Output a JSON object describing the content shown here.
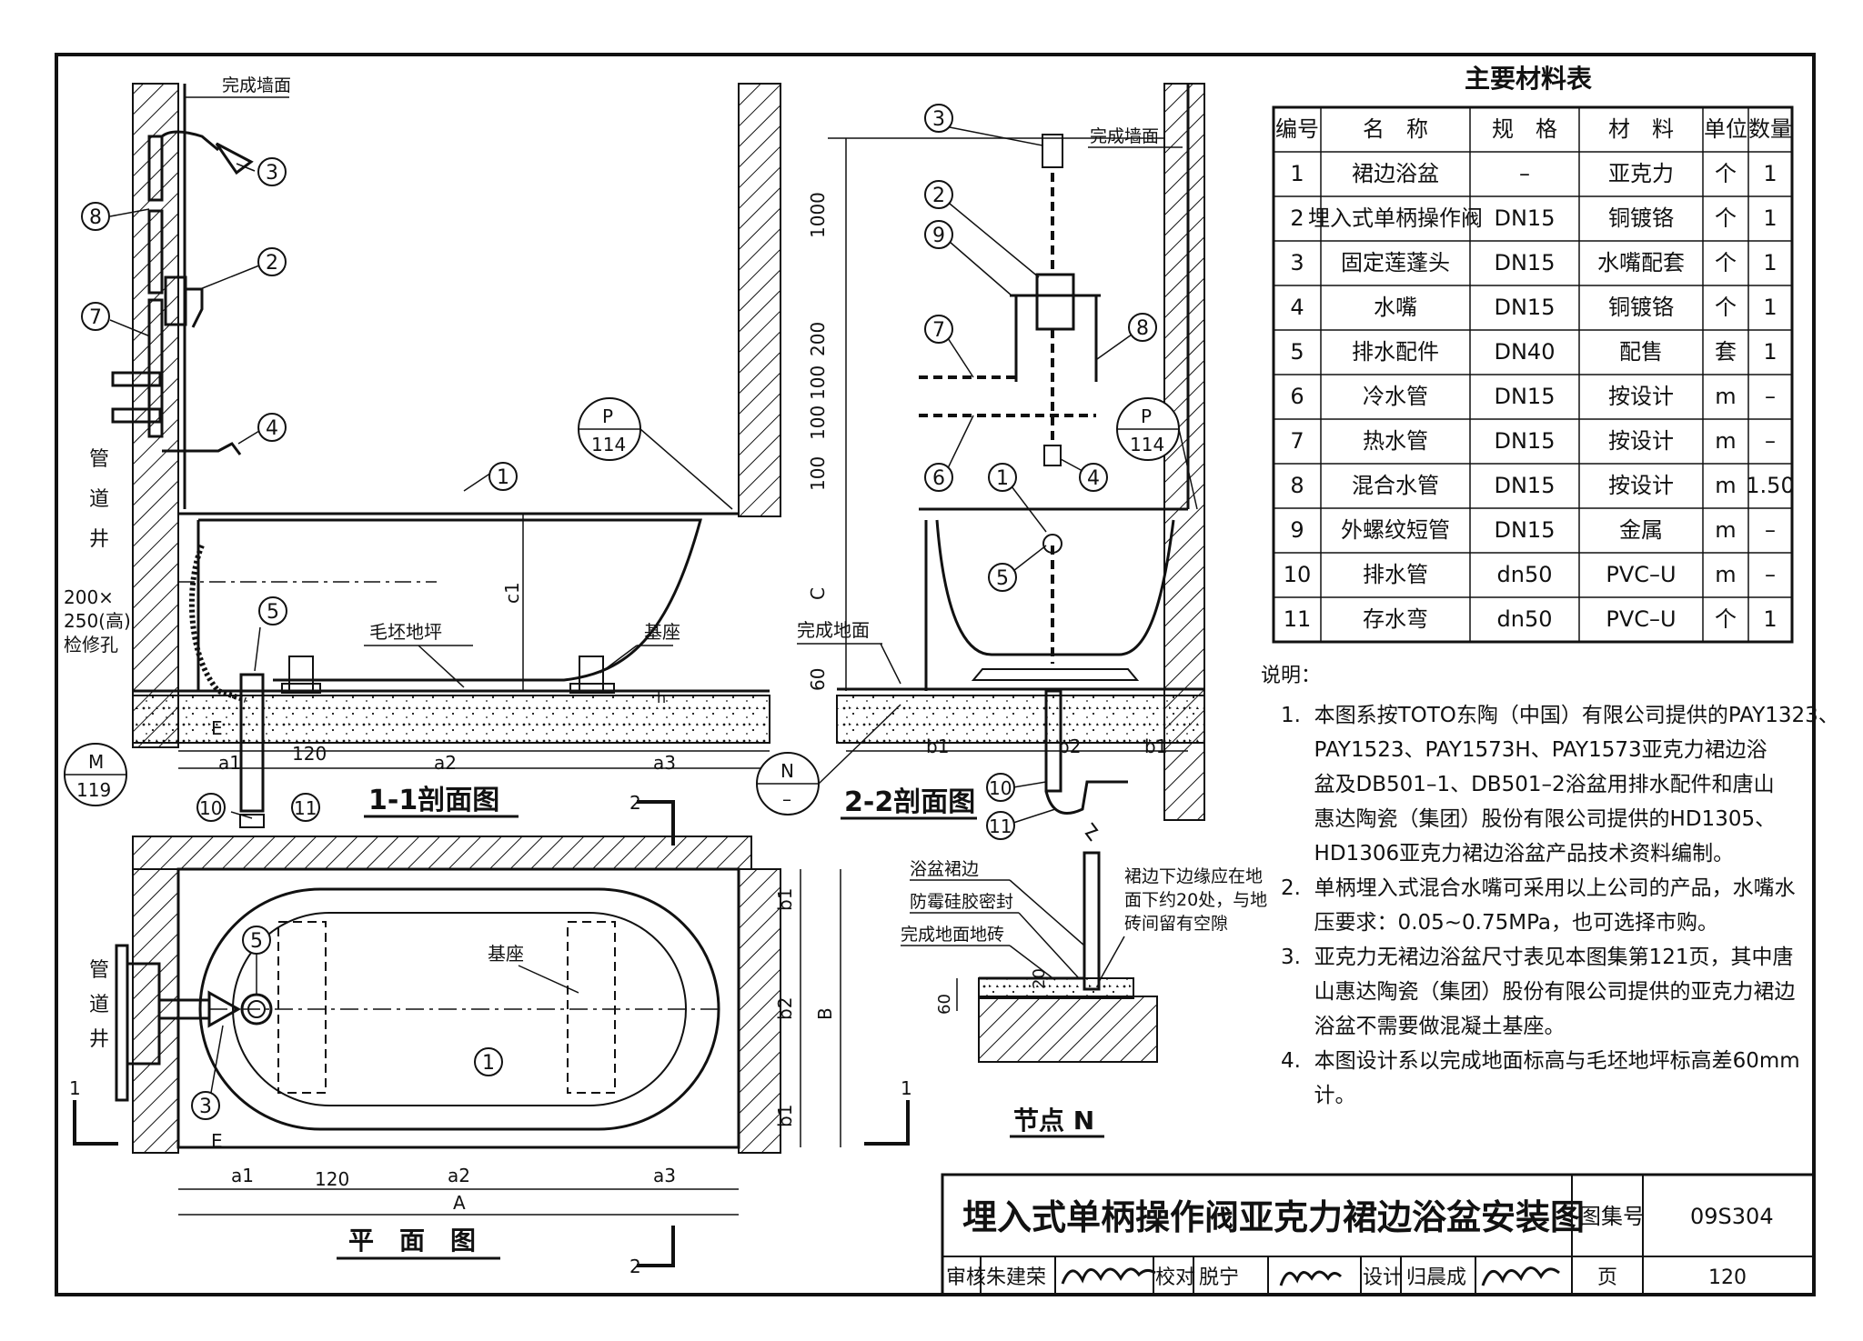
{
  "labels": {
    "finished_wall": "完成墙面",
    "shaft": [
      "管",
      "道",
      "井"
    ],
    "access_hole": [
      "200×",
      "250(高)",
      "检修孔"
    ],
    "rough_floor": "毛坯地坪",
    "base": "基座",
    "finished_floor": "完成地面",
    "skirt": "浴盆裙边",
    "sealant": "防霉硅胶密封",
    "finished_tile": "完成地面地砖",
    "skirt_note": [
      "裙边下边缘应在地",
      "面下约20处，与地",
      "砖间留有空隙"
    ]
  },
  "view_titles": {
    "section_1": "1-1剖面图",
    "section_2": "2-2剖面图",
    "plan": "平　面　图",
    "node_n": "节点 N"
  },
  "refs": {
    "p_top": "P",
    "p_bottom": "114",
    "m_top": "M",
    "m_bottom": "119",
    "n_top": "N",
    "n_bottom": "–"
  },
  "callouts": [
    "1",
    "2",
    "3",
    "4",
    "5",
    "6",
    "7",
    "8",
    "9",
    "10",
    "11"
  ],
  "cut_marks": {
    "one": "1",
    "two": "2"
  },
  "dimensions": {
    "E": "E",
    "a1": "a1",
    "a2": "a2",
    "a3": "a3",
    "d120": "120",
    "A": "A",
    "B": "B",
    "b1": "b1",
    "b2": "b2",
    "c1": "c1",
    "C": "C",
    "h": "h",
    "d1000": "1000",
    "d200": "200",
    "d100a": "100",
    "d100b": "100",
    "d100c": "100",
    "d60": "60",
    "d20": "20"
  },
  "materials_table": {
    "title": "主要材料表",
    "headers": [
      "编号",
      "名　称",
      "规　格",
      "材　料",
      "单位",
      "数量"
    ],
    "rows": [
      [
        "1",
        "裙边浴盆",
        "–",
        "亚克力",
        "个",
        "1"
      ],
      [
        "2",
        "埋入式单柄操作阀",
        "DN15",
        "铜镀铬",
        "个",
        "1"
      ],
      [
        "3",
        "固定莲蓬头",
        "DN15",
        "水嘴配套",
        "个",
        "1"
      ],
      [
        "4",
        "水嘴",
        "DN15",
        "铜镀铬",
        "个",
        "1"
      ],
      [
        "5",
        "排水配件",
        "DN40",
        "配售",
        "套",
        "1"
      ],
      [
        "6",
        "冷水管",
        "DN15",
        "按设计",
        "m",
        "–"
      ],
      [
        "7",
        "热水管",
        "DN15",
        "按设计",
        "m",
        "–"
      ],
      [
        "8",
        "混合水管",
        "DN15",
        "按设计",
        "m",
        "1.50"
      ],
      [
        "9",
        "外螺纹短管",
        "DN15",
        "金属",
        "m",
        "–"
      ],
      [
        "10",
        "排水管",
        "dn50",
        "PVC–U",
        "m",
        "–"
      ],
      [
        "11",
        "存水弯",
        "dn50",
        "PVC–U",
        "个",
        "1"
      ]
    ]
  },
  "notes": {
    "heading": "说明：",
    "lines": [
      "1.  本图系按TOTO东陶（中国）有限公司提供的PAY1323、",
      "     PAY1523、PAY1573H、PAY1573亚克力裙边浴",
      "     盆及DB501–1、DB501–2浴盆用排水配件和唐山",
      "     惠达陶瓷（集团）股份有限公司提供的HD1305、",
      "     HD1306亚克力裙边浴盆产品技术资料编制。",
      "2.  单柄埋入式混合水嘴可采用以上公司的产品，水嘴水",
      "     压要求：0.05~0.75MPa，也可选择市购。",
      "3.  亚克力无裙边浴盆尺寸表见本图集第121页，其中唐",
      "     山惠达陶瓷（集团）股份有限公司提供的亚克力裙边",
      "     浴盆不需要做混凝土基座。",
      "4.  本图设计系以完成地面标高与毛坯地坪标高差60mm",
      "     计。"
    ]
  },
  "title_block": {
    "title": "埋入式单柄操作阀亚克力裙边浴盆安装图",
    "atlas_label": "图集号",
    "atlas_no": "09S304",
    "review_label": "审核",
    "reviewer": "朱建荣",
    "check_label": "校对",
    "checker": "脱宁",
    "design_label": "设计",
    "designer": "归晨成",
    "page_label": "页",
    "page_no": "120"
  }
}
